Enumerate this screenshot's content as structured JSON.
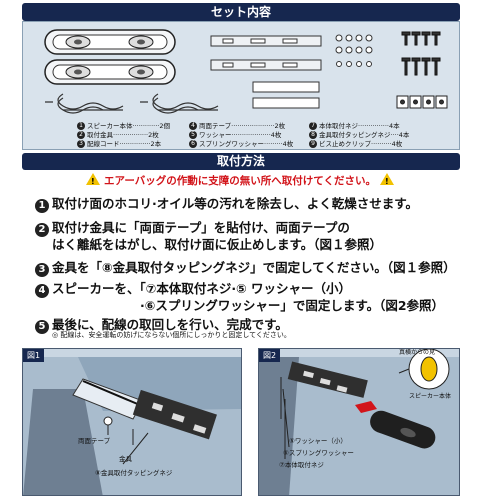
{
  "headers": {
    "set_contents": "セット内容",
    "install_method": "取付方法"
  },
  "parts": [
    {
      "num": "1",
      "name": "スピーカー本体",
      "qty": "2個"
    },
    {
      "num": "2",
      "name": "取付金具",
      "qty": "2枚"
    },
    {
      "num": "3",
      "name": "配線コード",
      "qty": "2本"
    },
    {
      "num": "4",
      "name": "両面テープ",
      "qty": "2枚"
    },
    {
      "num": "5",
      "name": "ワッシャー",
      "qty": "4枚"
    },
    {
      "num": "6",
      "name": "スプリングワッシャー",
      "qty": "4枚"
    },
    {
      "num": "7",
      "name": "本体取付ネジ",
      "qty": "4本"
    },
    {
      "num": "8",
      "name": "金具取付タッピングネジ",
      "qty": "4本"
    },
    {
      "num": "9",
      "name": "ビス止めクリップ",
      "qty": "4枚"
    }
  ],
  "warning": "エアーバッグの作動に支障の無い所へ取付けてください。",
  "steps": [
    {
      "num": "1",
      "lines": [
        "取付け面のホコリ·オイル等の汚れを除去し、よく乾燥させます。"
      ]
    },
    {
      "num": "2",
      "lines": [
        "取付け金具に「両面テープ」を貼付け、両面テープの",
        "はく離紙をはがし、取付け面に仮止めします。（図１参照）"
      ]
    },
    {
      "num": "3",
      "lines": [
        "金具を「⑧金具取付タッピングネジ」で固定してください。（図１参照）"
      ]
    },
    {
      "num": "4",
      "lines": [
        "スピーカーを、「⑦本体取付ネジ·⑤ ワッシャー（小）",
        "·⑥スプリングワッシャー」で固定します。（図2参照）"
      ]
    },
    {
      "num": "5",
      "lines": [
        "最後に、配線の取回しを行い、完成です。"
      ]
    }
  ],
  "note": "◎ 配線は、安全運転の妨げにならない個所にしっかりと固定してください。",
  "fig1": {
    "title": "図1",
    "labels": {
      "tape": "両面テープ",
      "bracket": "金具",
      "screw": "⑧金具取付タッピングネジ"
    }
  },
  "fig2": {
    "title": "図2",
    "labels": {
      "washer": "⑤ワッシャー（小）",
      "spring_washer": "⑥スプリングワッシャー",
      "body_screw": "⑦本体取付ネジ",
      "view_from_back": "真横からの見",
      "speaker_body": "スピーカー本体"
    }
  }
}
